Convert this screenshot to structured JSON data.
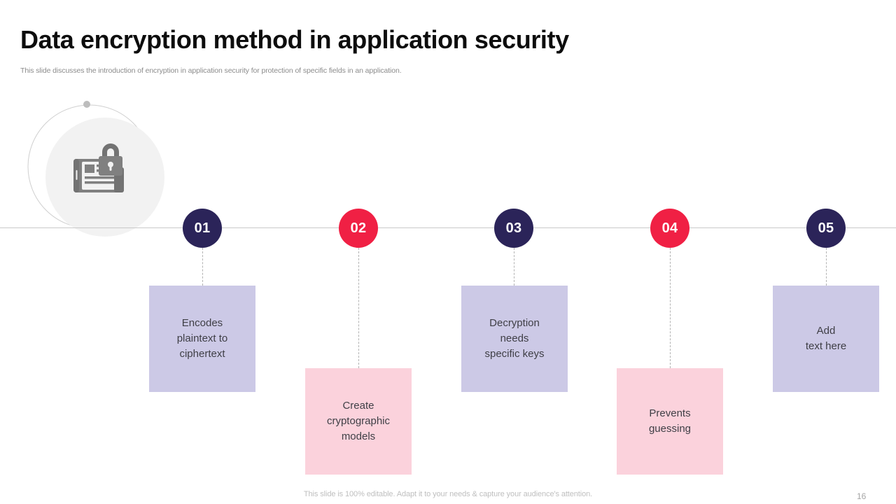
{
  "header": {
    "title": "Data encryption method in application security",
    "subtitle": "This slide discusses the introduction of encryption in application security for protection of specific fields in an application."
  },
  "icon": {
    "name": "document-lock-icon",
    "circle_color": "#f2f2f2",
    "arc_color": "#cccccc",
    "glyph_color": "#808080"
  },
  "timeline": {
    "axis_color": "#c9c9c9",
    "connector_color": "#b3b3b3",
    "navy": "#2b2459",
    "red": "#f02044",
    "lavender": "#ccc9e6",
    "pink": "#fbd2dc",
    "steps": [
      {
        "number": "01",
        "text": "Encodes\nplaintext to\nciphertext",
        "node_color": "#2b2459",
        "card_color": "#ccc9e6",
        "row": "top"
      },
      {
        "number": "02",
        "text": "Create\ncryptographic\nmodels",
        "node_color": "#f02044",
        "card_color": "#fbd2dc",
        "row": "bottom"
      },
      {
        "number": "03",
        "text": "Decryption\nneeds\nspecific keys",
        "node_color": "#2b2459",
        "card_color": "#ccc9e6",
        "row": "top"
      },
      {
        "number": "04",
        "text": "Prevents\nguessing",
        "node_color": "#f02044",
        "card_color": "#fbd2dc",
        "row": "bottom"
      },
      {
        "number": "05",
        "text": "Add\ntext here",
        "node_color": "#2b2459",
        "card_color": "#ccc9e6",
        "row": "top"
      }
    ]
  },
  "footer": {
    "note": "This slide is 100% editable. Adapt it to your needs & capture your audience's attention.",
    "page_number": "16"
  }
}
